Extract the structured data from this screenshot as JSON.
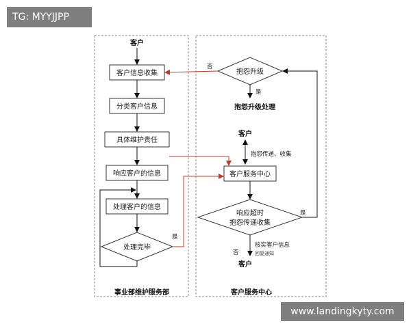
{
  "watermarks": {
    "top_left": "TG: MYYJJPP",
    "bottom_right": "www.landingkyty.com"
  },
  "left_lane": {
    "top_label": "客户",
    "boxes": [
      "客户信息收集",
      "分类客户信息",
      "具体维护责任",
      "响应客户的信息",
      "处理客户的信息"
    ],
    "decision": "处理完毕",
    "footer": "事业部维护服务部"
  },
  "right_lane": {
    "complaint_upgrade": "抱怨升级",
    "upgrade_result": "抱怨升级处理",
    "customer_top": "客户",
    "transfer_note": "抱怨传递、收集",
    "service_center": "客户服务中心",
    "timeout_decision_line1": "响应超时",
    "timeout_decision_line2": "抱怨传递收集",
    "verify_note": "核实客户信息",
    "verify_note2": "回复通知",
    "customer_bottom": "客户",
    "footer": "客户服务中心"
  },
  "labels": {
    "no": "否",
    "yes": "是"
  },
  "colors": {
    "line": "#111111",
    "red": "#c0392b",
    "box_border": "#333333",
    "lane_border": "#888888"
  }
}
